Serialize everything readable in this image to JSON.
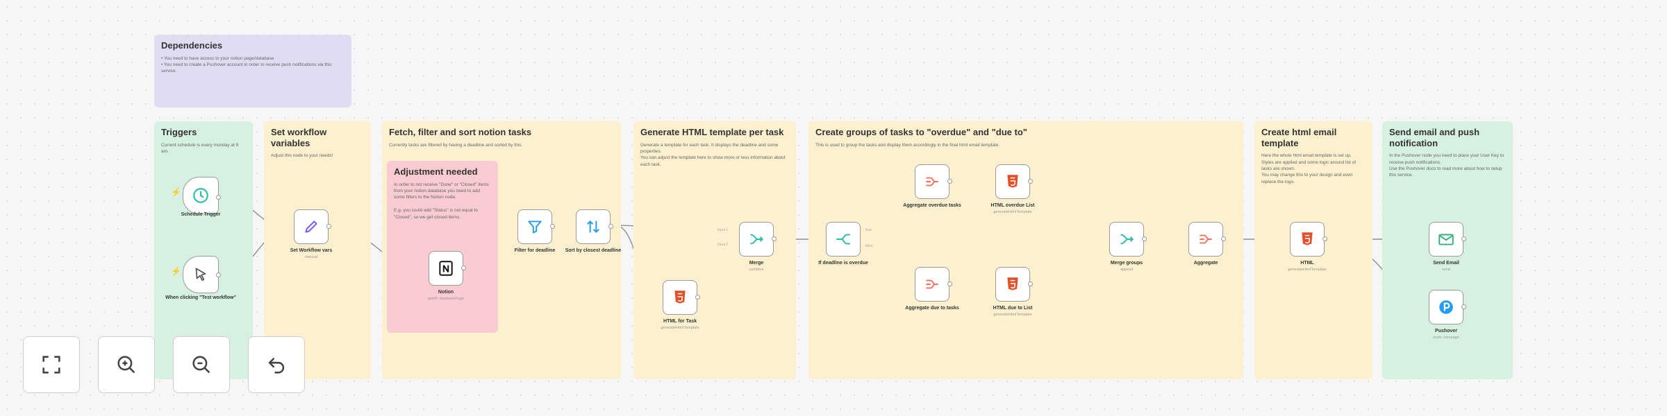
{
  "notes": {
    "dependencies": {
      "title": "Dependencies",
      "body": "•  You need to have access to your notion page/database\n•  You need to create a Pushover account in order to receive push notifications via this service."
    },
    "triggers": {
      "title": "Triggers",
      "body": "Current schedule is every monday at 9 am."
    },
    "variables": {
      "title": "Set workflow variables",
      "body": "Adjust this node to your needs!"
    },
    "fetch": {
      "title": "Fetch, filter and sort notion tasks",
      "body": "Currently tasks are filtered by having a deadline and sorted by this."
    },
    "adjustment": {
      "title": "Adjustment needed",
      "body": "In order to not receive \"Done\" or \"Closed\" items from your notion database you need to add some filters to the Notion node.\n\nE.g. you could add \"Status\" is not equal to \"Closed\", so we get closed items."
    },
    "generate": {
      "title": "Generate HTML template per task",
      "body": "Generate a template for each task. It displays the deadline and some properties.\nYou can adjust the template here to show more or less information about each task."
    },
    "groups": {
      "title": "Create groups of tasks to \"overdue\" and \"due to\"",
      "body": "This is used to group the tasks and display them accordingly in the final html email template."
    },
    "email": {
      "title": "Create html email template",
      "body": "Here the whole html email template is set up.\nStyles are applied and some logic around list of tasks are shown.\nYou may change this to your design and even replace the logo."
    },
    "send": {
      "title": "Send email and push notification",
      "body": "In the Pushover node you need to place your User Key to receive push notifications.\nUse the Pushover docs to read more about how to setup this service."
    }
  },
  "nodes": {
    "schedule": {
      "label": "Schedule Trigger",
      "sub": ""
    },
    "manual": {
      "label": "When clicking \"Test workflow\"",
      "sub": ""
    },
    "setvars": {
      "label": "Set Workflow vars",
      "sub": "manual"
    },
    "notion": {
      "label": "Notion",
      "sub": "getAll: databasePage"
    },
    "filter": {
      "label": "Filter for deadline",
      "sub": ""
    },
    "sort": {
      "label": "Sort by closest deadline",
      "sub": ""
    },
    "htmltask": {
      "label": "HTML for Task",
      "sub": "generateHtmlTemplate"
    },
    "merge": {
      "label": "Merge",
      "sub": "combine"
    },
    "ifoverdue": {
      "label": "If deadline is overdue",
      "sub": ""
    },
    "aggoverdue": {
      "label": "Aggregate overdue tasks",
      "sub": ""
    },
    "htmloverdue": {
      "label": "HTML overdue List",
      "sub": "generateHtmlTemplate"
    },
    "aggdue": {
      "label": "Aggregate due to tasks",
      "sub": ""
    },
    "htmldue": {
      "label": "HTML due to List",
      "sub": "generateHtmlTemplate"
    },
    "mergegroups": {
      "label": "Merge groups",
      "sub": "append"
    },
    "aggregate": {
      "label": "Aggregate",
      "sub": ""
    },
    "html": {
      "label": "HTML",
      "sub": "generateHtmlTemplate"
    },
    "sendemail": {
      "label": "Send Email",
      "sub": "send"
    },
    "pushover": {
      "label": "Pushover",
      "sub": "push: message"
    }
  },
  "ports": {
    "input1": "Input 1",
    "input2": "Input 2",
    "true": "true",
    "false": "false"
  },
  "icons": {
    "schedule": "clock-icon",
    "manual": "cursor-icon",
    "setvars": "pencil-icon",
    "notion": "notion-icon",
    "filter": "funnel-icon",
    "sort": "sort-icon",
    "html": "html5-icon",
    "merge": "merge-icon",
    "if": "split-icon",
    "aggregate": "aggregate-icon",
    "email": "envelope-icon",
    "pushover": "pushover-icon"
  },
  "controls": {
    "fit": "fit-view",
    "zoomin": "zoom-in",
    "zoomout": "zoom-out",
    "reset": "reset-zoom"
  },
  "colors": {
    "accent": "#ff6d5a",
    "edge": "#8f8f8f",
    "html": "#e34f26",
    "teal": "#2dbdac",
    "purple": "#7a5af8",
    "pushover": "#249df1",
    "email": "#33b27a"
  }
}
